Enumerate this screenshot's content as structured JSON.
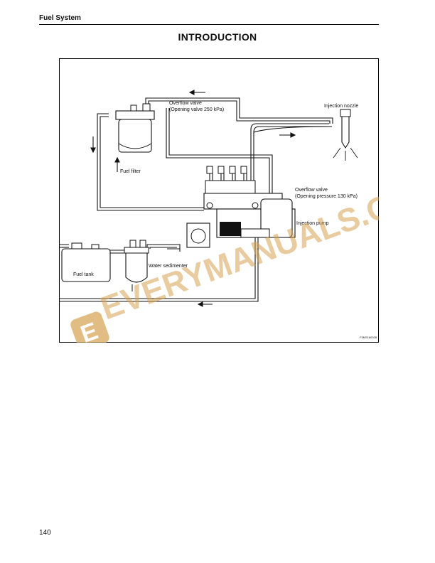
{
  "header": {
    "section": "Fuel System",
    "title": "INTRODUCTION"
  },
  "diagram": {
    "labels": {
      "overflow_valve_top": "Overflow valve",
      "overflow_valve_top_detail": "(Opening valve 250 kPa)",
      "injection_nozzle": "Injection nozzle",
      "fuel_filter": "Fuel filter",
      "overflow_valve_pump": "Overflow valve",
      "overflow_valve_pump_detail": "(Opening pressure 130 kPa)",
      "injection_pump": "Injection pump",
      "fuel_tank": "Fuel tank",
      "water_sedimenter": "Water sedimenter"
    },
    "figure_code": "F3MS180028"
  },
  "watermark": {
    "text": "EVERYMANUALS.COM",
    "icon_letter": "E",
    "color": "#d6a14e"
  },
  "footer": {
    "page_number": "140"
  }
}
